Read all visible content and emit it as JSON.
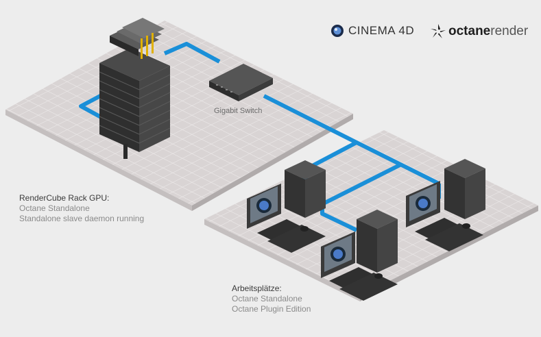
{
  "logos": {
    "cinema4d_text": "CINEMA 4D",
    "octane_bold": "octane",
    "octane_light": "render"
  },
  "switch": {
    "label": "Gigabit Switch"
  },
  "rack": {
    "title": "RenderCube Rack GPU:",
    "lines": [
      "Octane Standalone",
      "Standalone slave daemon running"
    ]
  },
  "workstations": {
    "title": "Arbeitsplätze:",
    "lines": [
      "Octane Standalone",
      "Octane Plugin Edition"
    ]
  },
  "colors": {
    "cable": "#1a8fd8",
    "floor": "#d9d4d4",
    "floor_grid": "#ffffff",
    "floor_side": "#bdb8b8",
    "device_dark": "#3b3b3b"
  }
}
